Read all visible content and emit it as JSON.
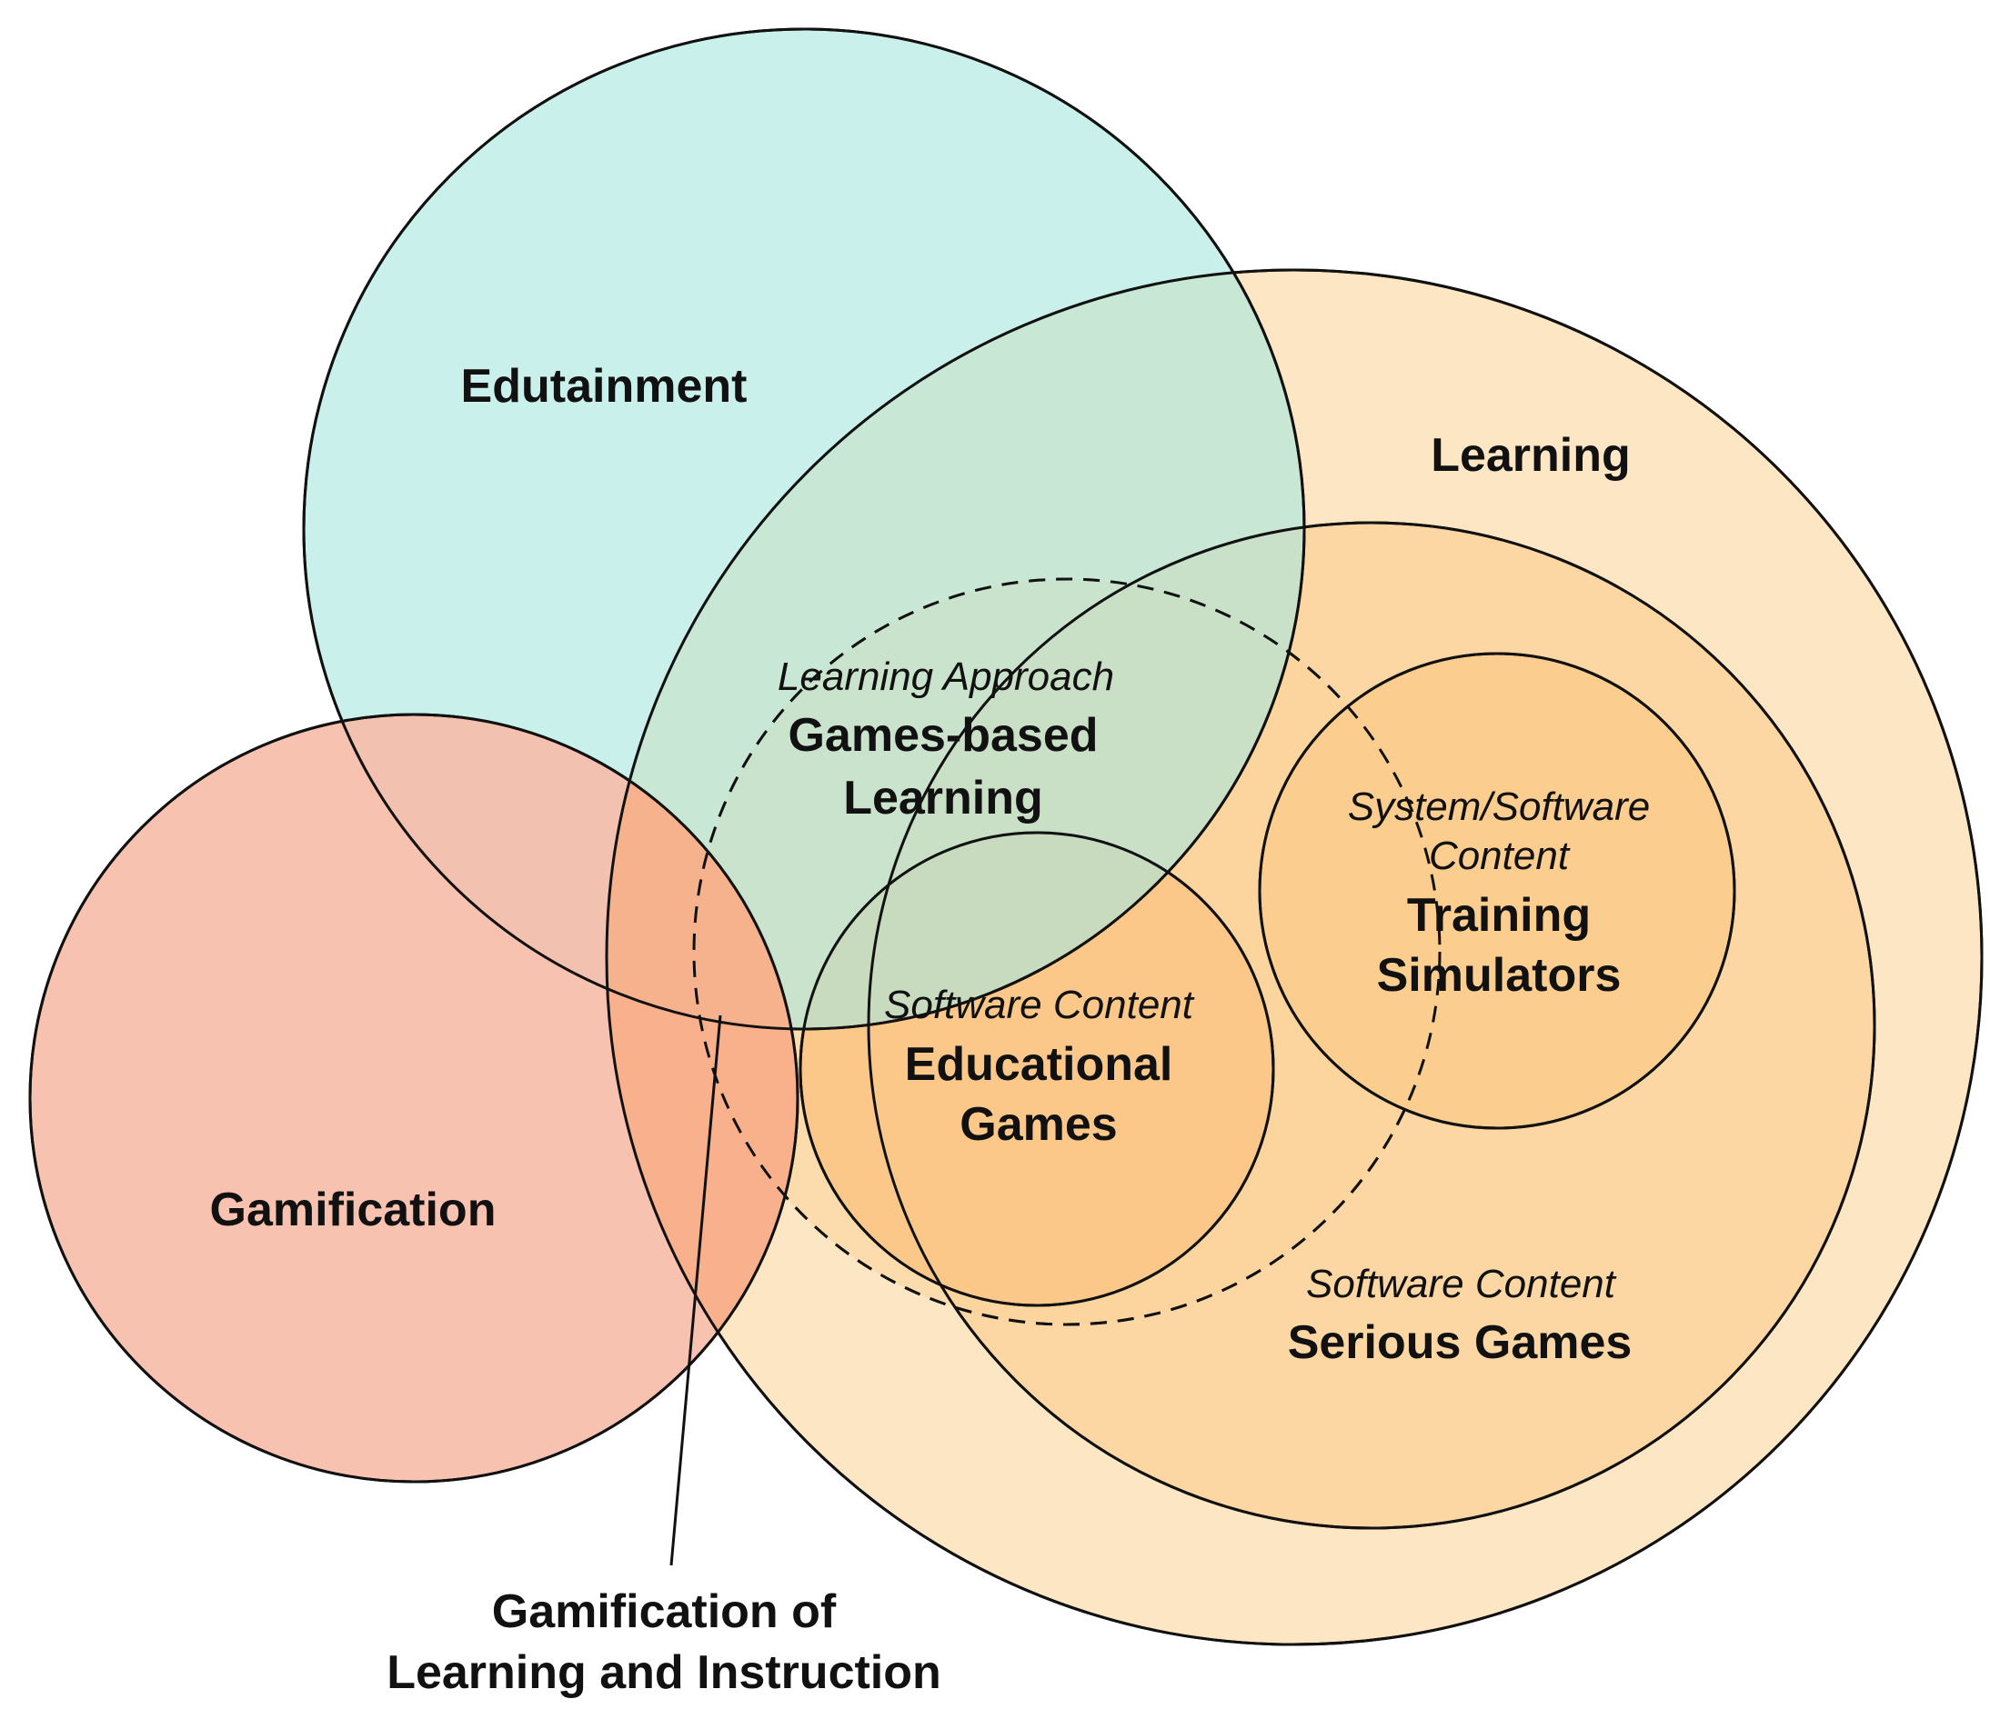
{
  "colors": {
    "edutainment_fill": "#b9ece5",
    "learning_fill": "#fde6c4",
    "serious_games_fill": "#fcd7a3",
    "inner_circle_fill": "#fbcd8e",
    "gamification_fill": "#f6b8a4",
    "overlap_fill": "#f9a97a",
    "stroke": "#111111"
  },
  "labels": {
    "edutainment": "Edutainment",
    "learning": "Learning",
    "gamification": "Gamification",
    "gbl_approach": "Learning Approach",
    "gbl_line1": "Games-based",
    "gbl_line2": "Learning",
    "edu_games_content": "Software Content",
    "edu_games_line1": "Educational",
    "edu_games_line2": "Games",
    "sim_content_line1": "System/Software",
    "sim_content_line2": "Content",
    "sim_line1": "Training",
    "sim_line2": "Simulators",
    "serious_content": "Software Content",
    "serious_title": "Serious Games",
    "callout_line1": "Gamification of",
    "callout_line2": "Learning and Instruction"
  }
}
